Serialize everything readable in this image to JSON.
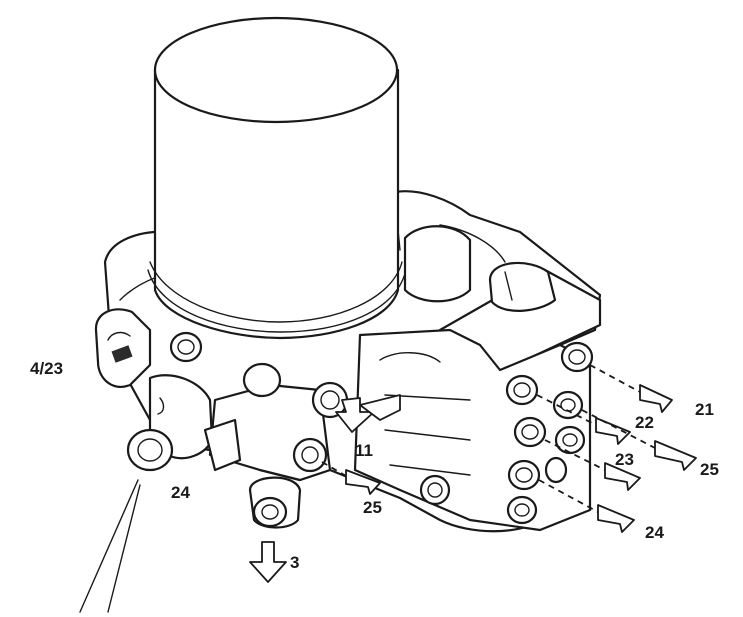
{
  "labels": {
    "port_4_23": "4/23",
    "port_24_left": "24",
    "port_3": "3",
    "port_11": "11",
    "port_25_lower": "25",
    "port_21": "21",
    "port_22": "22",
    "port_23": "23",
    "port_25_right": "25",
    "port_24_right": "24"
  }
}
